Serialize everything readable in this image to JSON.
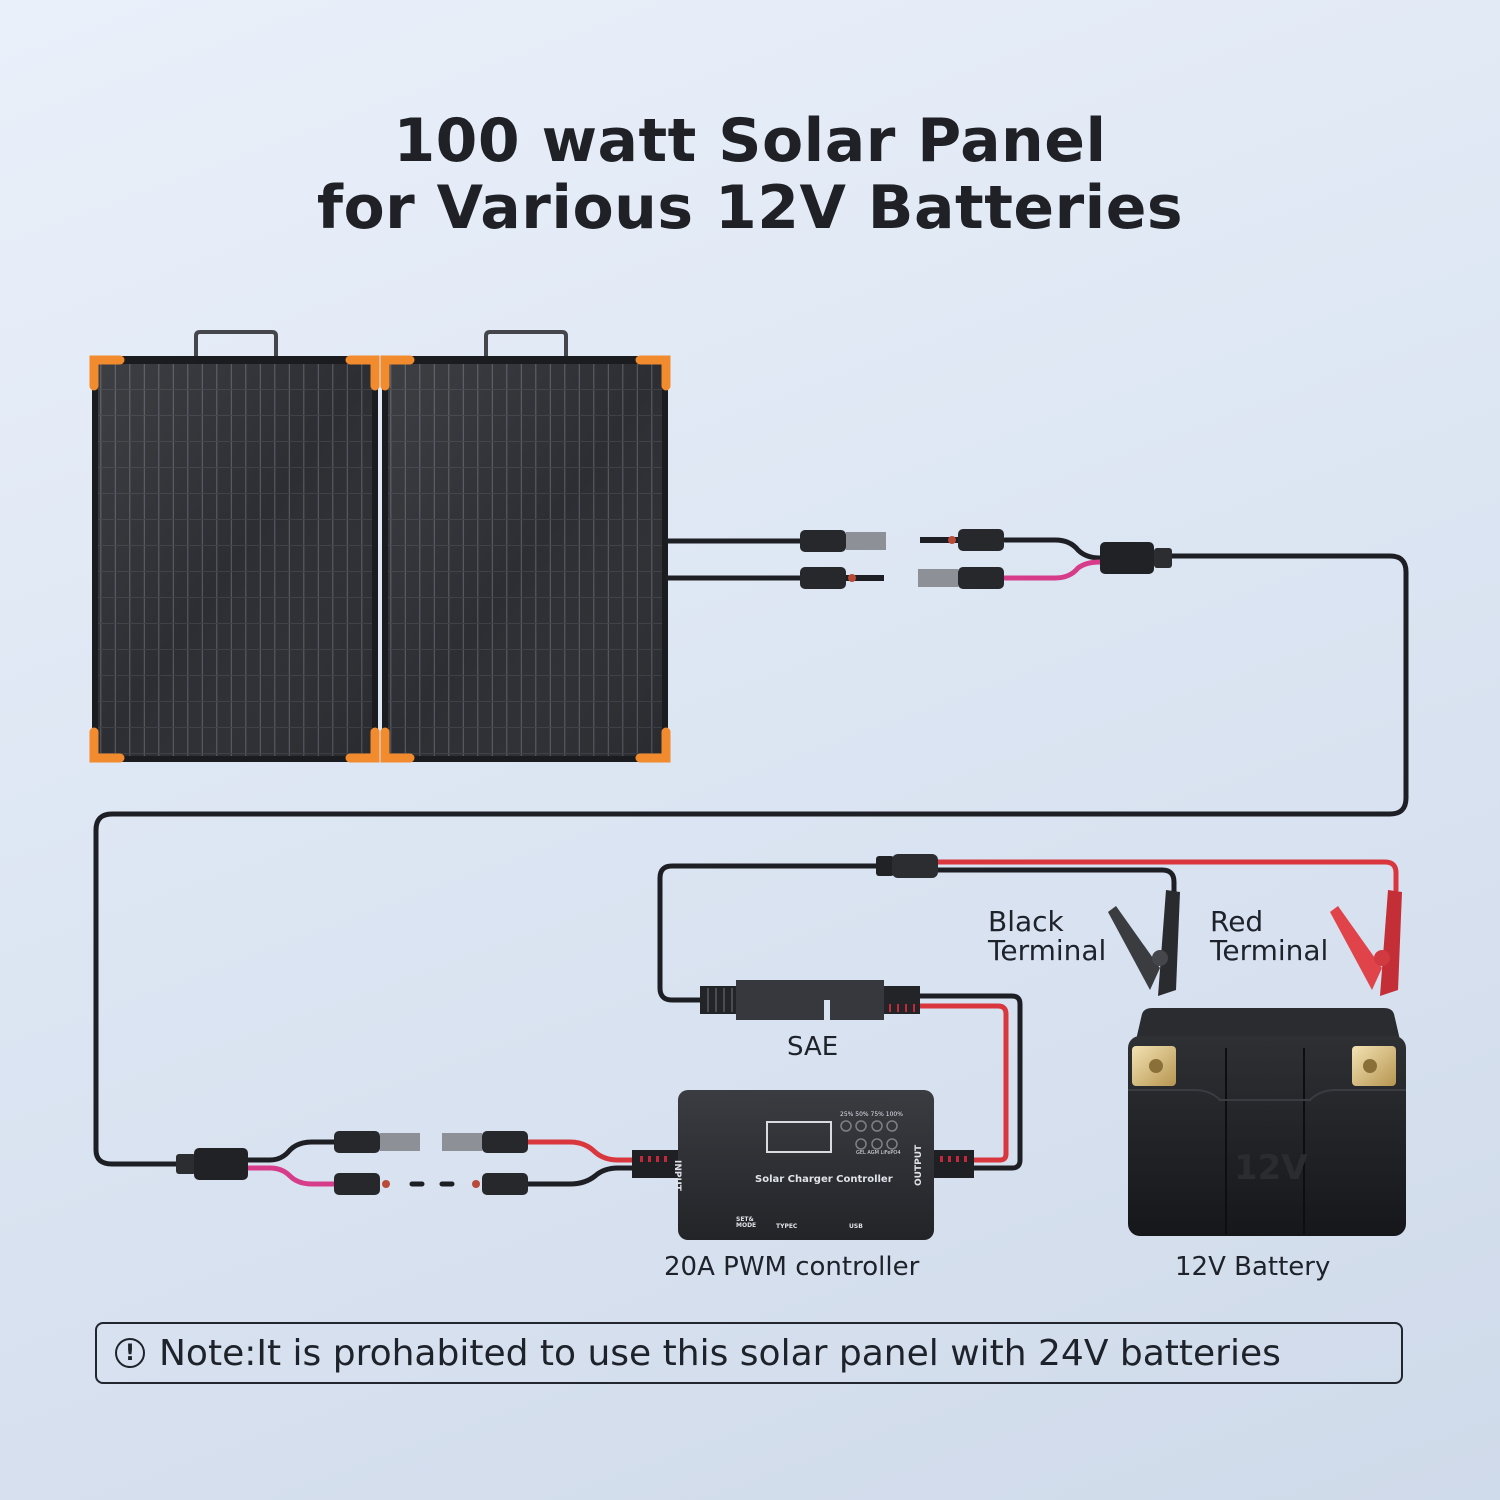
{
  "title": {
    "line1": "100 watt Solar Panel",
    "line2": "for Various 12V Batteries"
  },
  "components": {
    "solar_panel": {
      "type": "foldable solar panel",
      "accent_color": "#f28a2e",
      "cell_color": "#2b2d31"
    },
    "sae_connector": {
      "label": "SAE"
    },
    "controller": {
      "label": "20A PWM controller",
      "device_name": "Solar Charger Controller",
      "port_input": "INPUT",
      "port_output": "OUTPUT",
      "level_indicators": [
        "25%",
        "50%",
        "75%",
        "100%"
      ],
      "battery_modes": [
        "GEL",
        "AGM",
        "LiFePO4"
      ],
      "bottom_ports": [
        "SET& MODE",
        "TYPEC",
        "USB"
      ]
    },
    "black_clamp": {
      "label_line1": "Black",
      "label_line2": "Terminal"
    },
    "red_clamp": {
      "label_line1": "Red",
      "label_line2": "Terminal"
    },
    "battery": {
      "label": "12V Battery",
      "embossed_text": "12V"
    }
  },
  "note": {
    "icon": "exclamation-circle-icon",
    "text": "Note:It is prohabited to use this solar panel with 24V batteries"
  },
  "colors": {
    "cable_black": "#1d1f24",
    "cable_red": "#d9363e",
    "cable_pink": "#d63c8a",
    "accent_orange": "#f28a2e"
  }
}
